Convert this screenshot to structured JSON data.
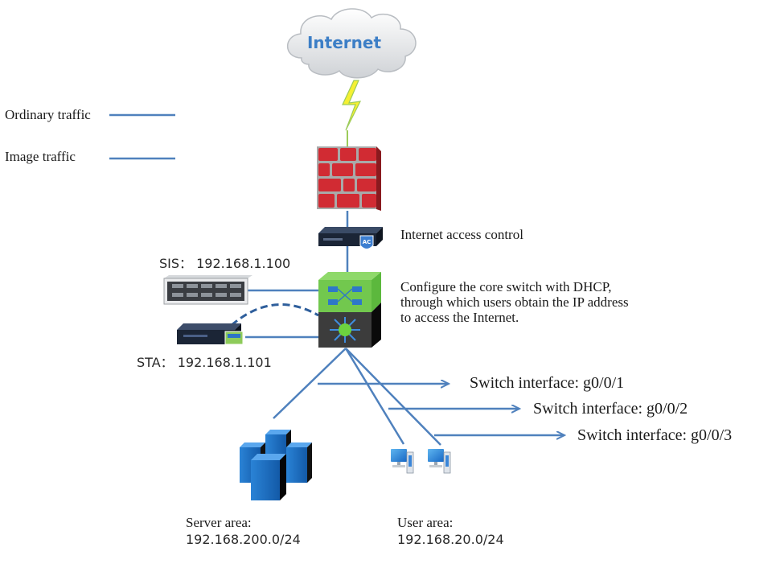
{
  "legend": {
    "ordinary_traffic": "Ordinary traffic",
    "image_traffic": "Image traffic"
  },
  "cloud": {
    "label": "Internet"
  },
  "devices": {
    "access_control": {
      "badge": "AC",
      "label": "Internet access control"
    },
    "sis": {
      "label": "SIS： 192.168.1.100"
    },
    "sta": {
      "label": "STA： 192.168.1.101"
    },
    "core_switch": {
      "note_lines": [
        "Configure the core switch with DHCP,",
        "through which users obtain the IP address",
        "to access the Internet."
      ]
    }
  },
  "interfaces": [
    "Switch interface: g0/0/1",
    "Switch interface: g0/0/2",
    "Switch interface: g0/0/3"
  ],
  "areas": {
    "server": {
      "title": "Server area:",
      "subnet": "192.168.200.0/24"
    },
    "user": {
      "title": "User area:",
      "subnet": "192.168.20.0/24"
    }
  },
  "colors": {
    "link": "#4f81bd",
    "cloud_text": "#3c7ec6",
    "firewall": "#d12b33",
    "switch_green": "#6cc24a",
    "bolt": "#f5f032"
  }
}
